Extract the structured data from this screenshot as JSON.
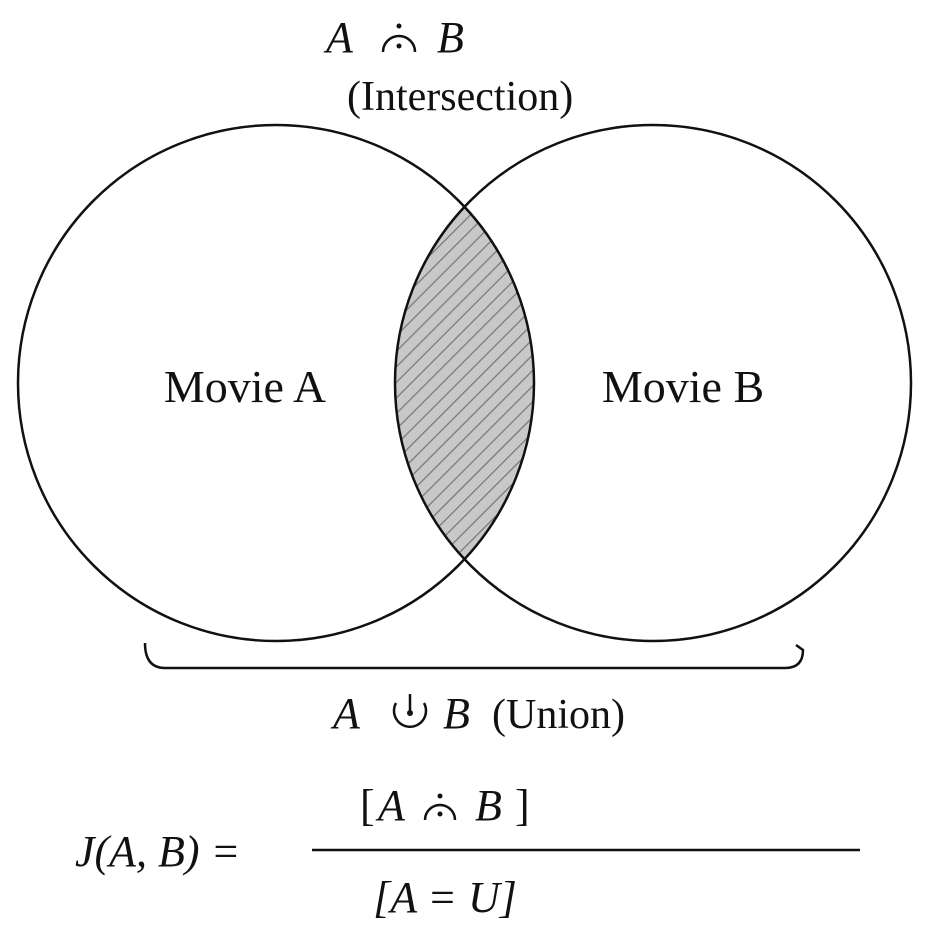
{
  "intersection": {
    "left": "A",
    "right": "B",
    "label": "(Intersection)",
    "symbol": "intersection-dot-arc-icon"
  },
  "circles": {
    "left_label": "Movie A",
    "right_label": "Movie B"
  },
  "union": {
    "left": "A",
    "right": "B",
    "label": "(Union)",
    "symbol": "union-dot-arc-icon"
  },
  "formula": {
    "lhs": "J(A, B) =",
    "numerator": {
      "open": "[",
      "left": "A",
      "right": "B",
      "close": "]"
    },
    "denominator": "[A = U]"
  },
  "colors": {
    "stroke": "#111111",
    "hatch_fill": "#c8c8c8",
    "hatch_line": "#777777"
  }
}
